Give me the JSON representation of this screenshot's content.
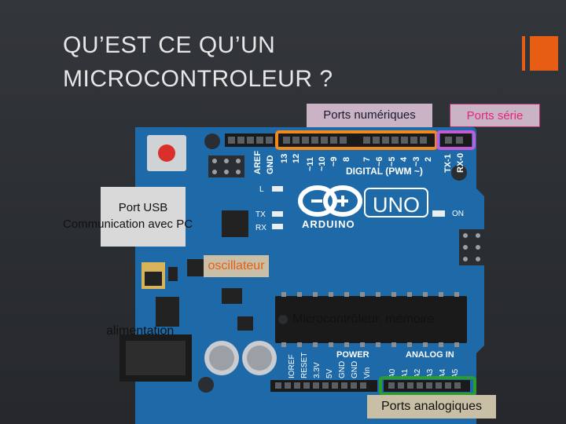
{
  "slide": {
    "title": "QU’EST CE QU’UN\nMICROCONTROLEUR ?",
    "accent_color": "#e85d14",
    "background_color": "#2c2f33"
  },
  "annotations": {
    "ports_numeriques": "Ports numériques",
    "ports_serie": "Ports série",
    "usb_line1": "Port USB",
    "usb_line2": "Communication avec PC",
    "oscillateur": "oscillateur",
    "microcontroleur": "Microcontrôleur, mémoire",
    "alimentation": "alimentation",
    "ports_analogiques": "Ports analogiques"
  },
  "board": {
    "color": "#1e6aa8",
    "logo_text": "ARDUINO",
    "model_text": "UNO",
    "digital_header_label": "DIGITAL (PWM ~)",
    "digital_pins": [
      "AREF",
      "GND",
      "13",
      "12",
      "~11",
      "~10",
      "~9",
      "8",
      "7",
      "~6",
      "~5",
      "4",
      "~3",
      "2",
      "TX-1",
      "RX-0"
    ],
    "led_labels": [
      "L",
      "TX",
      "RX",
      "ON"
    ],
    "power_header_label": "POWER",
    "power_pins": [
      "IOREF",
      "RESET",
      "3.3V",
      "5V",
      "GND",
      "GND",
      "Vin"
    ],
    "analog_header_label": "ANALOG IN",
    "analog_pins": [
      "A0",
      "A1",
      "A2",
      "A3",
      "A4",
      "A5"
    ],
    "highlight_colors": {
      "digital": "#f08a1c",
      "serial": "#c15bd6",
      "analog": "#2a9d2a"
    }
  }
}
